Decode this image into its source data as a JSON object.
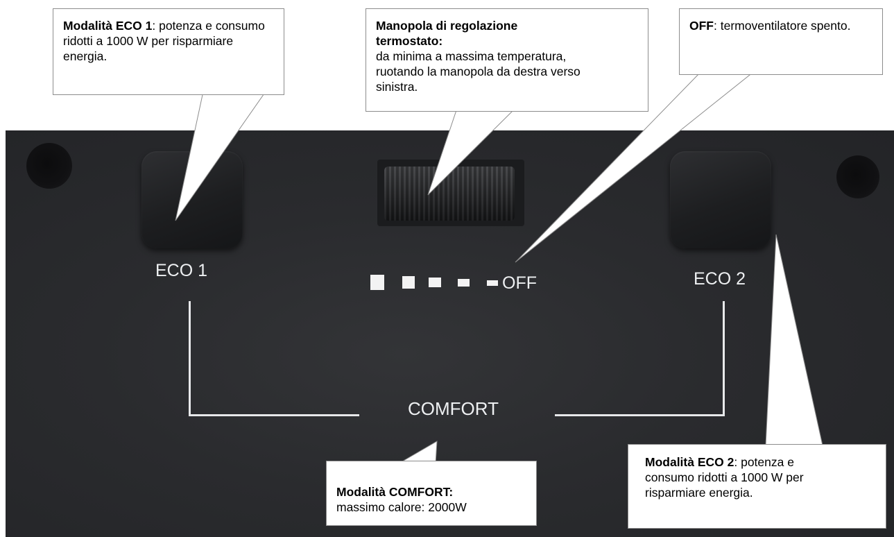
{
  "panel": {
    "eco1_label": "ECO 1",
    "eco2_label": "ECO 2",
    "off_label": "OFF",
    "comfort_label": "COMFORT"
  },
  "callouts": {
    "eco1": {
      "title": "Modalità ECO 1",
      "text": ": potenza e consumo ridotti a 1000 W per risparmiare energia."
    },
    "thermostat": {
      "title": "Manopola di regolazione termostato:",
      "text": "da minima  a  massima temperatura, ruotando la manopola da destra verso sinistra."
    },
    "off": {
      "title": "OFF",
      "text": ": termoventilatore spento."
    },
    "comfort": {
      "title": "Modalità COMFORT:",
      "text": "massimo calore: 2000W"
    },
    "eco2": {
      "title": "Modalità ECO 2",
      "text": ": potenza e consumo ridotti a 1000 W per risparmiare energia."
    }
  },
  "colors": {
    "panel": "#2a2b2e",
    "label": "#eef0f2",
    "callout_border": "#8c8c8c"
  }
}
